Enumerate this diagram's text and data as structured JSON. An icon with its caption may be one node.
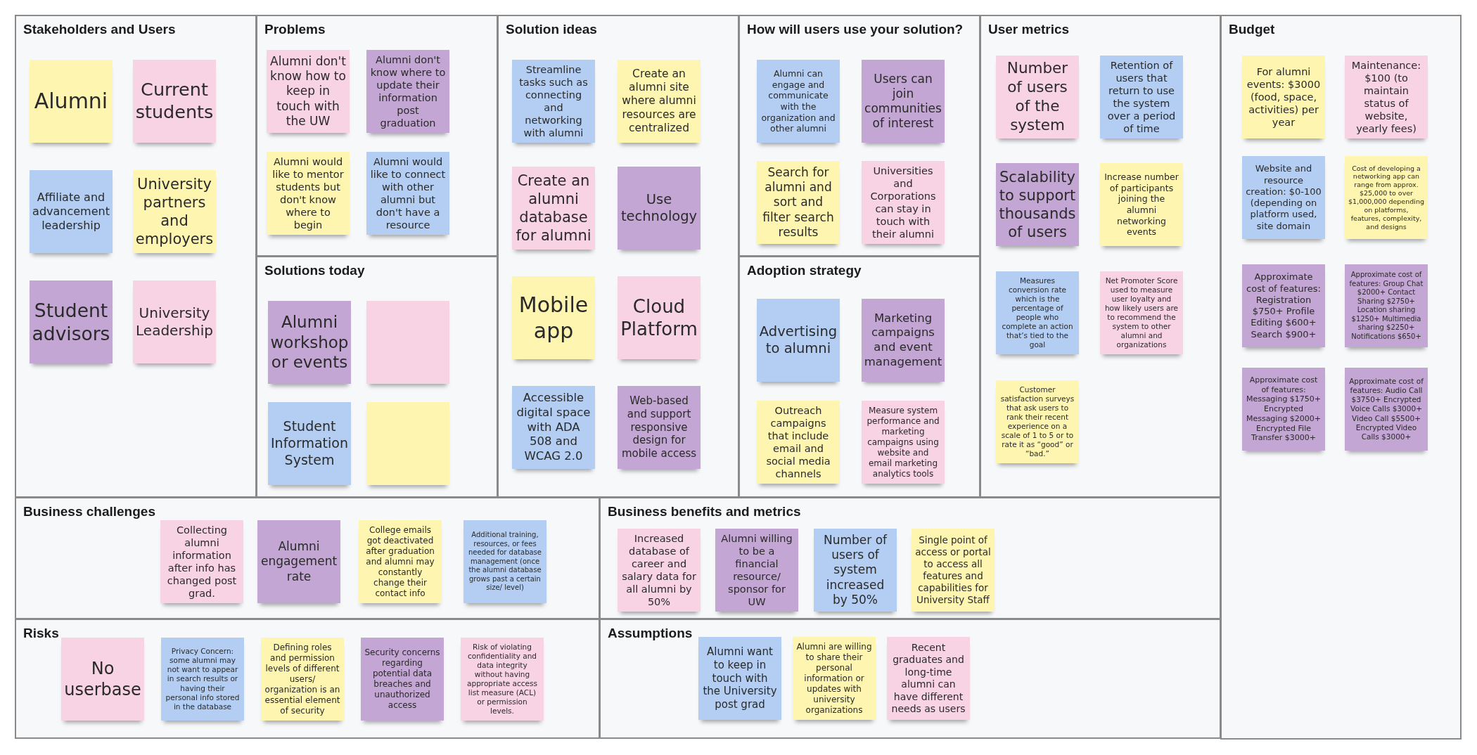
{
  "diagram": {
    "nodes": [
      {
        "text": [
          "Stakeholders and Users"
        ]
      },
      {
        "text": [
          "Alumni"
        ],
        "in": 0
      },
      {
        "text": [
          "Current students"
        ],
        "in": 0
      },
      {
        "text": [
          "Affiliate and advancement leadership"
        ],
        "in": 0
      },
      {
        "text": [
          "University partners and employers"
        ],
        "in": 0
      },
      {
        "text": [
          "Student advisors"
        ],
        "in": 0
      },
      {
        "text": [
          "University Leadership"
        ],
        "in": 0
      },
      {
        "text": [
          "Problems"
        ]
      },
      {
        "text": [
          "Alumni don't know how to keep in touch with the UW"
        ],
        "in": 7
      },
      {
        "text": [
          "Alumni don't know where to update their information post graduation"
        ],
        "in": 7
      },
      {
        "text": [
          "Alumni  would like to mentor students but don't know where to begin"
        ],
        "in": 7
      },
      {
        "text": [
          "Alumni would like to connect with other alumni but don't have a resource"
        ],
        "in": 7
      },
      {
        "text": [
          "Solutions today"
        ]
      },
      {
        "text": [
          "Alumni workshop or events"
        ],
        "in": 12
      },
      {
        "text": [],
        "shape": "box",
        "in": 12
      },
      {
        "text": [
          "Student Information System"
        ],
        "in": 12
      },
      {
        "text": [],
        "shape": "box",
        "in": 12
      },
      {
        "text": [
          "Solution ideas"
        ]
      },
      {
        "text": [
          "Streamline tasks such as connecting and networking with alumni"
        ],
        "in": 17
      },
      {
        "text": [
          "Create an alumni site where alumni resources are centralized"
        ],
        "in": 17
      },
      {
        "text": [
          "Create an alumni database for alumni"
        ],
        "in": 17
      },
      {
        "text": [
          "Use technology"
        ],
        "in": 17
      },
      {
        "text": [
          "Mobile app"
        ],
        "in": 17
      },
      {
        "text": [
          "Cloud Platform"
        ],
        "in": 17
      },
      {
        "text": [
          "Accessible digital space with ADA 508 and WCAG 2.0"
        ],
        "in": 17
      },
      {
        "text": [
          "Web-based and support responsive design for mobile access"
        ],
        "in": 17
      },
      {
        "text": [
          "How will users use your solution?"
        ]
      },
      {
        "text": [
          "Alumni can engage and communicate with the organization and other alumni"
        ],
        "in": 26
      },
      {
        "text": [
          "Users can join communities of interest"
        ],
        "in": 26
      },
      {
        "text": [
          "Search for alumni and sort and filter search results"
        ],
        "in": 26
      },
      {
        "text": [
          "Universities and Corporations can stay in touch with their alumni"
        ],
        "in": 26
      },
      {
        "text": [
          "Adoption strategy"
        ]
      },
      {
        "text": [
          "Advertising to alumni"
        ],
        "in": 31
      },
      {
        "text": [
          "Marketing campaigns and event management"
        ],
        "in": 31
      },
      {
        "text": [
          "Outreach campaigns that include email and social media channels"
        ],
        "in": 31
      },
      {
        "text": [
          "Measure system performance and marketing campaigns using website and email marketing analytics tools"
        ],
        "in": 31
      },
      {
        "text": [
          "User metrics"
        ]
      },
      {
        "text": [
          "Number of users of the system"
        ],
        "in": 36
      },
      {
        "text": [
          "Retention of users that return to use the system over a period of time"
        ],
        "in": 36
      },
      {
        "text": [
          "Scalability to support thousands of users"
        ],
        "in": 36
      },
      {
        "text": [
          "Increase number of participants joining the alumni networking events"
        ],
        "in": 36
      },
      {
        "text": [
          "Measures conversion rate which is the percentage of people who complete an action that’s tied to the goal"
        ],
        "in": 36
      },
      {
        "text": [
          "Net Promoter Score used to measure user loyalty and how likely users are to recommend the system to other alumni and organizations"
        ],
        "in": 36
      },
      {
        "text": [
          "Customer satisfaction surveys that ask users to rank their recent experience on a scale of 1 to 5 or to rate it as “good” or “bad.”"
        ],
        "in": 36
      },
      {
        "text": [
          "Budget"
        ]
      },
      {
        "text": [
          "For alumni events: $3000 (food, space, activities) per year"
        ],
        "in": 44
      },
      {
        "text": [
          "Maintenance: $100 (to maintain status of website, yearly fees)"
        ],
        "in": 44
      },
      {
        "text": [
          "Website and resource creation: $0-100 (depending on platform used, site domain"
        ],
        "in": 44
      },
      {
        "text": [
          "Cost of developing a networking app can range from approx. $25,000 to over $1,000,000 depending on platforms, features, complexity, and designs"
        ],
        "in": 44
      },
      {
        "text": [
          "Approximate cost of features: Registration $750+ Profile Editing $600+ Search $900+"
        ],
        "in": 44
      },
      {
        "text": [
          "Approximate cost of features: Group Chat $2000+ Contact Sharing $2750+ Location sharing $1250+ Multimedia sharing $2250+ Notifications $650+"
        ],
        "in": 44
      },
      {
        "text": [
          "Approximate cost of features: Messaging $1750+ Encrypted Messaging $2000+ Encrypted File Transfer $3000+"
        ],
        "in": 44
      },
      {
        "text": [
          "Approximate cost of features: Audio Call $3750+ Encrypted Voice Calls $3000+ Video Call $5500+ Encrypted Video Calls $3000+"
        ],
        "in": 44
      },
      {
        "text": [
          "Business challenges"
        ]
      },
      {
        "text": [
          "Collecting alumni information after info has changed post grad."
        ],
        "in": 53
      },
      {
        "text": [
          "Alumni engagement rate"
        ],
        "in": 53
      },
      {
        "text": [
          "College emails got deactivated after graduation and alumni may constantly change their contact info"
        ],
        "in": 53
      },
      {
        "text": [
          "Additional training, resources, or fees needed for database management (once the alumni database grows past a certain size/ level)"
        ],
        "in": 53
      },
      {
        "text": [
          "Business benefits and metrics"
        ]
      },
      {
        "text": [
          "Increased database of career and salary data for all alumni by 50%"
        ],
        "in": 58
      },
      {
        "text": [
          "Alumni willing to be a financial resource/ sponsor for UW"
        ],
        "in": 58
      },
      {
        "text": [
          "Number of users of system increased by 50%"
        ],
        "in": 58
      },
      {
        "text": [
          "Single point of access or portal to access all features and capabilities for University Staff"
        ],
        "in": 58
      },
      {
        "text": [
          "Risks"
        ]
      },
      {
        "text": [
          "No userbase"
        ],
        "in": 63
      },
      {
        "text": [
          "Privacy Concern: some alumni may not want to appear in search results or having their personal info stored in the database"
        ],
        "in": 63
      },
      {
        "text": [
          "Defining roles and permission levels of different users/ organization is an essential element of security"
        ],
        "in": 63
      },
      {
        "text": [
          "Security concerns regarding potential data breaches and unauthorized access"
        ],
        "in": 63
      },
      {
        "text": [
          "Risk of violating confidentiality and data integrity without having appropriate access list measure (ACL) or permission levels."
        ],
        "in": 63
      },
      {
        "text": [
          "Assumptions"
        ]
      },
      {
        "text": [
          "Alumni want to keep in touch with the University post grad"
        ],
        "in": 69
      },
      {
        "text": [
          "Alumni are willing to share their personal information or updates with university organizations"
        ],
        "in": 69
      },
      {
        "text": [
          "Recent graduates and long-time alumni can have different needs as users"
        ],
        "in": 69
      }
    ]
  }
}
